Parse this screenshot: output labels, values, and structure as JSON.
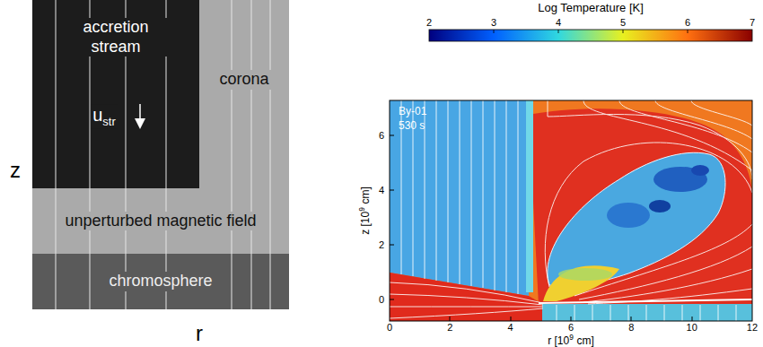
{
  "diagram": {
    "nodes": [
      {
        "text": [
          "accretion stream"
        ]
      },
      {
        "text": [
          "corona"
        ]
      },
      {
        "text": [
          "unperturbed magnetic field"
        ]
      },
      {
        "text": [
          "chromosphere"
        ]
      }
    ],
    "labels": [
      "z",
      "r",
      "u",
      "str",
      "Log Temperature [K]",
      "2",
      "3",
      "4",
      "5",
      "6",
      "7",
      "By-01",
      "530 s",
      "0",
      "2",
      "4",
      "6",
      "z [10",
      "9",
      "cm]",
      "0",
      "2",
      "4",
      "6",
      "8",
      "10",
      "12",
      "r [10",
      "9",
      "cm]"
    ]
  }
}
